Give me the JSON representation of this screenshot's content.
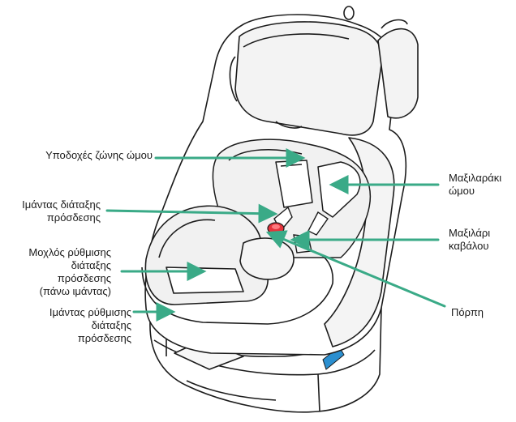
{
  "colors": {
    "arrow": "#3aaa87",
    "outline": "#1c1c1c",
    "seat_shade": "#f1f1f1",
    "buckle_red": "#e5343c",
    "release_blue": "#2b8fd0",
    "background": "#ffffff"
  },
  "labels": {
    "shoulder_belt_guide": "Υποδοχές ζώνης ώμου",
    "harness_strap": "Ιμάντας διάταξης\nπρόσδεσης",
    "harness_lever": "Μοχλός ρύθμισης\nδιάταξης\nπρόσδεσης\n(πάνω ιμάντας)",
    "adjust_strap": "Ιμάντας ρύθμισης\nδιάταξης\nπρόσδεσης",
    "shoulder_pad": "Μαξιλαράκι\nώμου",
    "crotch_pad": "Μαξιλάρι\nκαβάλου",
    "buckle": "Πόρπη"
  }
}
